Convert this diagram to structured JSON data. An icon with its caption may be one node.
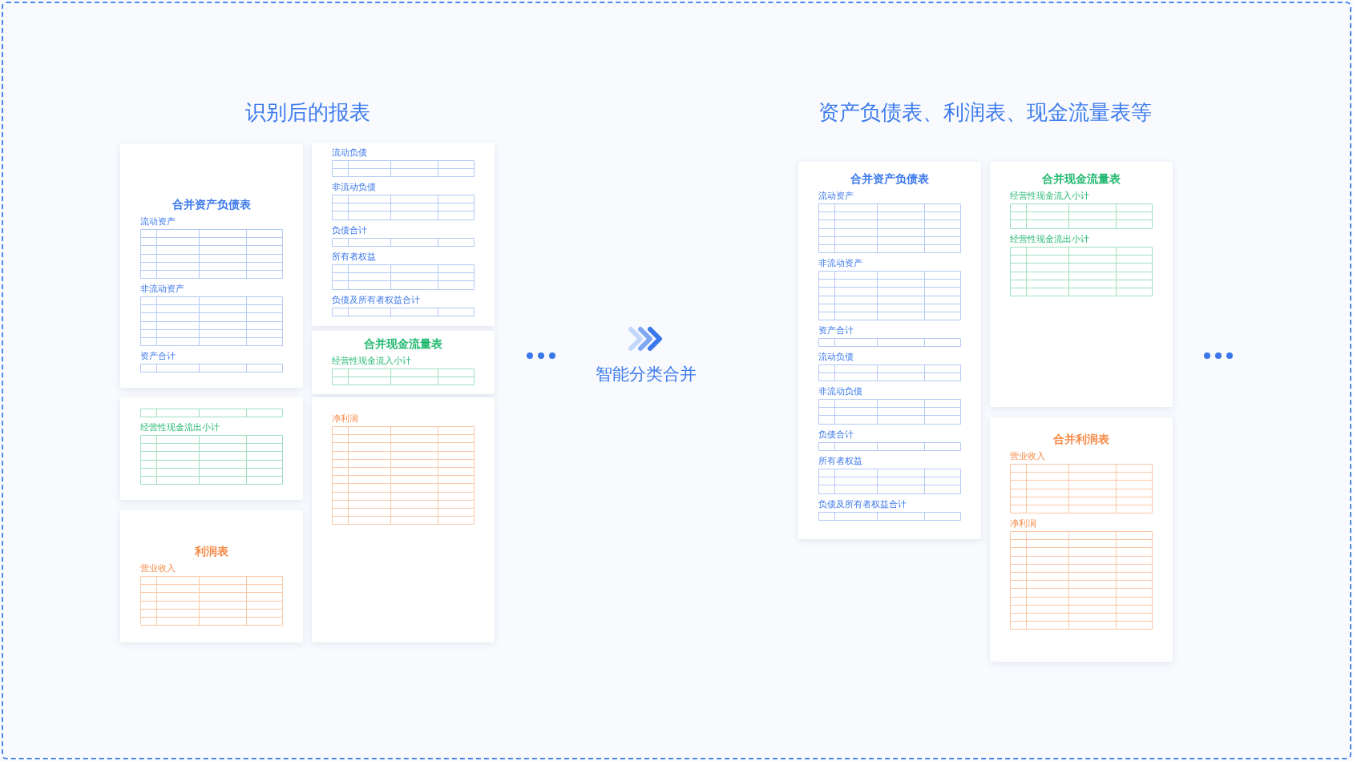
{
  "diagram": {
    "nodes": [
      {
        "text": [
          "合并资产负债表",
          "流动资产",
          "非流动资产",
          "资产合计"
        ]
      },
      {
        "text": [
          "流动负债",
          "非流动负债",
          "负债合计",
          "所有者权益",
          "负债及所有者权益合计"
        ]
      },
      {
        "text": [
          "合并现金流量表",
          "经营性现金流入小计"
        ]
      },
      {
        "text": [
          "经营性现金流出小计"
        ]
      },
      {
        "text": [
          "净利润"
        ]
      },
      {
        "text": [
          "利润表",
          "营业收入"
        ]
      },
      {
        "text": [
          "合并资产负债表",
          "流动资产",
          "非流动资产",
          "资产合计",
          "流动负债",
          "非流动负债",
          "负债合计",
          "所有者权益",
          "负债及所有者权益合计"
        ]
      },
      {
        "text": [
          "合并现金流量表",
          "经营性现金流入小计",
          "经营性现金流出小计"
        ]
      },
      {
        "text": [
          "合并利润表",
          "营业收入",
          "净利润"
        ]
      }
    ],
    "labels": [
      "识别后的报表",
      "资产负债表、利润表、现金流量表等",
      "智能分类合并"
    ]
  }
}
